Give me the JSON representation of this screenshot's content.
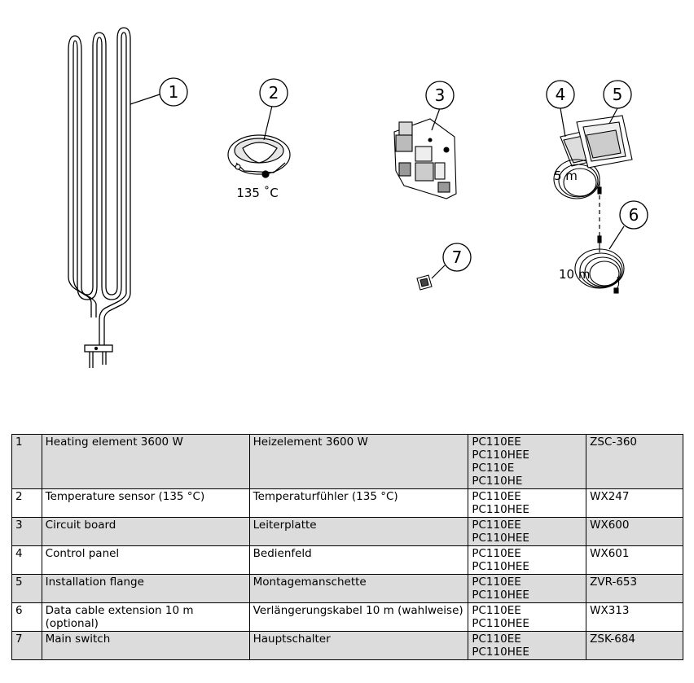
{
  "callouts": [
    "1",
    "2",
    "3",
    "4",
    "5",
    "6",
    "7"
  ],
  "labels": {
    "sensor_temp": "135 ˚C",
    "cable_5m": "5 m",
    "cable_10m": "10 m"
  },
  "table": {
    "rows": [
      {
        "num": "1",
        "en": "Heating element 3600 W",
        "de": "Heizelement 3600 W",
        "models": [
          "PC110EE",
          "PC110HEE",
          "PC110E",
          "PC110HE"
        ],
        "code": "ZSC-360"
      },
      {
        "num": "2",
        "en": "Temperature sensor (135 °C)",
        "de": "Temperaturfühler (135 °C)",
        "models": [
          "PC110EE",
          "PC110HEE"
        ],
        "code": "WX247"
      },
      {
        "num": "3",
        "en": "Circuit board",
        "de": "Leiterplatte",
        "models": [
          "PC110EE",
          "PC110HEE"
        ],
        "code": "WX600"
      },
      {
        "num": "4",
        "en": "Control panel",
        "de": "Bedienfeld",
        "models": [
          "PC110EE",
          "PC110HEE"
        ],
        "code": "WX601"
      },
      {
        "num": "5",
        "en": "Installation flange",
        "de": "Montagemanschette",
        "models": [
          "PC110EE",
          "PC110HEE"
        ],
        "code": "ZVR-653"
      },
      {
        "num": "6",
        "en": "Data cable extension 10 m (optional)",
        "de": "Verlängerungskabel 10 m (wahlweise)",
        "models": [
          "PC110EE",
          "PC110HEE"
        ],
        "code": "WX313"
      },
      {
        "num": "7",
        "en": "Main switch",
        "de": "Hauptschalter",
        "models": [
          "PC110EE",
          "PC110HEE"
        ],
        "code": "ZSK-684"
      }
    ]
  }
}
